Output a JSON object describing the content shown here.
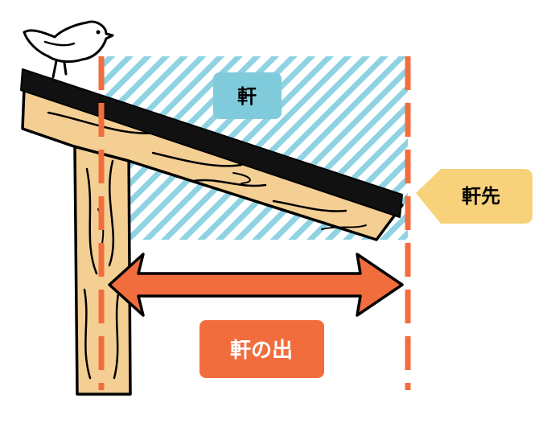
{
  "labels": {
    "eave": "軒",
    "eave_tip": "軒先",
    "eave_overhang": "軒の出"
  },
  "colors": {
    "hatch": "#8fd3e3",
    "eave_label_bg": "#7fcbdc",
    "eave_tip_label_bg": "#f7d27a",
    "overhang_label_bg": "#f26d3d",
    "arrow": "#f26d3d",
    "guide_line": "#f26d3d",
    "wood": "#f4cf94",
    "roof": "#111111",
    "outline": "#000000"
  },
  "icons": {
    "bird": "bird-icon",
    "arrow": "double-headed-arrow"
  }
}
